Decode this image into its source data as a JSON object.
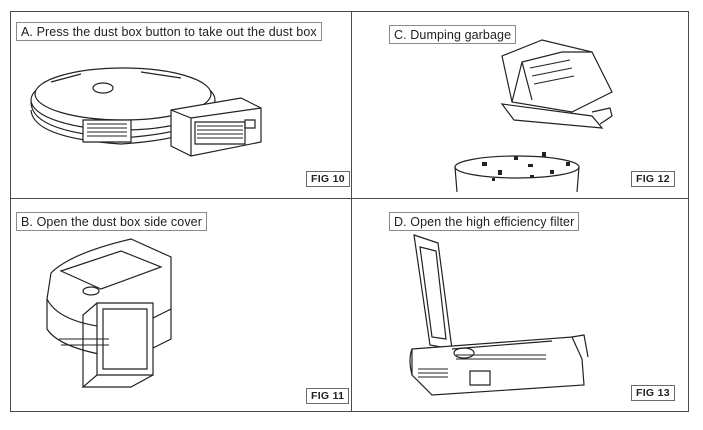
{
  "panels": [
    {
      "caption": "A.  Press the dust box button to take out the dust box",
      "fig": "FIG 10"
    },
    {
      "caption": "C. Dumping garbage",
      "fig": "FIG 12"
    },
    {
      "caption": "B.  Open the dust box side cover",
      "fig": "FIG 11"
    },
    {
      "caption": "D.  Open the high efficiency filter",
      "fig": "FIG 13"
    }
  ]
}
